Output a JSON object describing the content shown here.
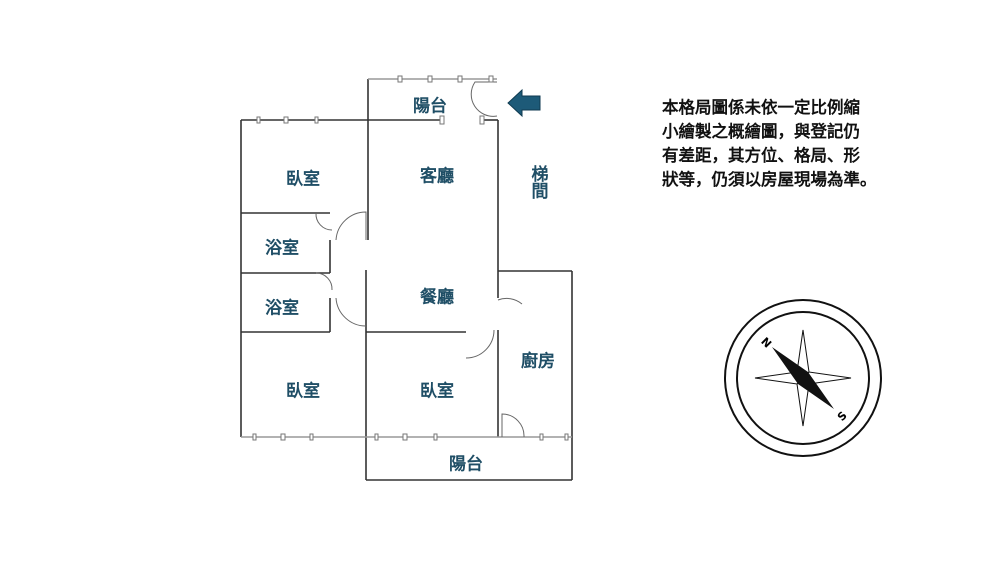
{
  "rooms": {
    "bedroom_nw": "臥室",
    "living_room": "客廳",
    "stairwell": "梯間",
    "bathroom_1": "浴室",
    "bathroom_2": "浴室",
    "dining_room": "餐廳",
    "kitchen": "廚房",
    "bedroom_sw": "臥室",
    "bedroom_s": "臥室",
    "balcony_top": "陽台",
    "balcony_bottom": "陽台"
  },
  "note": {
    "lines": [
      "本格局圖係未依一定比例縮",
      "小繪製之概繪圖，與登記仍",
      "有差距，其方位、格局、形",
      "狀等，仍須以房屋現場為準。"
    ]
  },
  "compass": {
    "north": "N",
    "south": "S"
  },
  "colors": {
    "label": "#1f4e66",
    "arrow": "#1d5a78",
    "wall": "#333333"
  }
}
